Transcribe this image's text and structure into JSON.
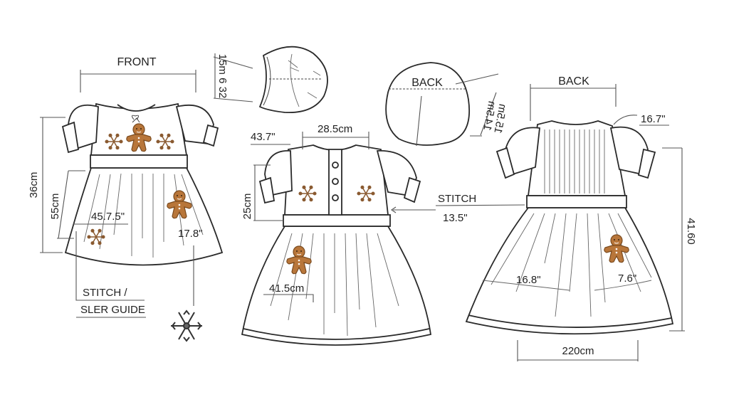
{
  "front_view": {
    "title": "FRONT",
    "total_length": "36cm",
    "skirt_length": "55cm",
    "hem_width": "45.7.5\"",
    "side_measure": "17.8\"",
    "guide_line1": "STITCH /",
    "guide_line2": "SLER GUIDE"
  },
  "hood_side": {
    "measure": "15m 6 32"
  },
  "hood_back": {
    "title": "BACK",
    "measure1": "14.5m",
    "measure2": "15.5m"
  },
  "middle_view": {
    "sleeve_measure": "43.7\"",
    "shoulder_width": "28.5cm",
    "bodice_length": "25cm",
    "skirt_measure": "41.5cm",
    "stitch_label": "STITCH",
    "stitch_measure": "13.5\""
  },
  "back_view": {
    "title": "BACK",
    "sleeve_measure": "16.7\"",
    "total_length": "41.60",
    "skirt_left": "16.8\"",
    "skirt_right": "7.6\"",
    "hem_width": "220cm"
  },
  "colors": {
    "outline": "#2a2a2a",
    "gingerbread": "#b8763a",
    "gingerbread_dark": "#7a4a1e",
    "snowflake": "#8a5a30"
  }
}
